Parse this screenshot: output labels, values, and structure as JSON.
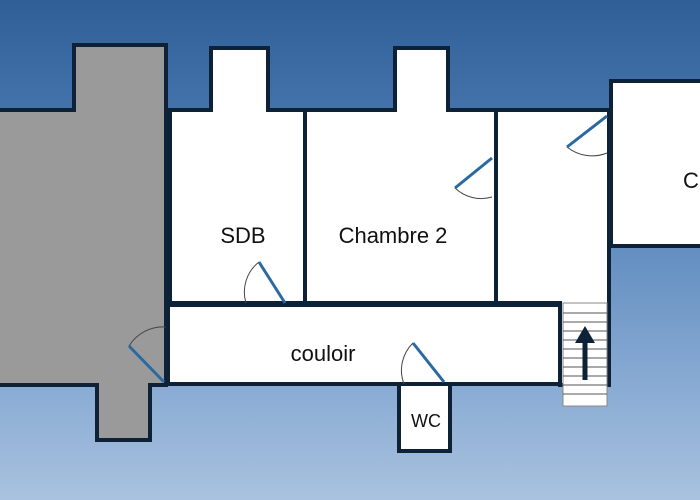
{
  "plan": {
    "colors": {
      "wall": "#0e2237",
      "room_fill": "#ffffff",
      "shaded_fill": "#9a9a9a",
      "door_leaf": "#2a6aa0",
      "stair_arrow": "#0e2237",
      "background_top": "#2f5f96",
      "background_bottom": "#a9c2df"
    },
    "rooms": {
      "sdb": {
        "label": "SDB"
      },
      "chambre2": {
        "label": "Chambre 2"
      },
      "couloir": {
        "label": "couloir"
      },
      "wc": {
        "label": "WC"
      },
      "right_room": {
        "label": "C"
      }
    },
    "stairs": {
      "direction": "up",
      "icon": "arrow-up-icon"
    }
  }
}
